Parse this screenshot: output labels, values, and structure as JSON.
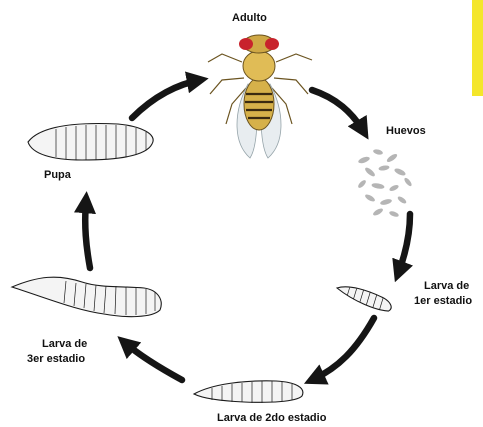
{
  "labels": {
    "adulto": "Adulto",
    "huevos": "Huevos",
    "larva1_line1": "Larva de",
    "larva1_line2": "1er estadio",
    "larva2": "Larva de 2do estadio",
    "larva3_line1": "Larva de",
    "larva3_line2": "3er estadio",
    "pupa": "Pupa"
  },
  "colors": {
    "arrow": "#151515",
    "accent_yellow": "#f4e62a",
    "fly_body": "#d6b14a",
    "fly_eye": "#c8232c",
    "egg": "#b5b5b5",
    "larva_fill": "#f4f4f4"
  }
}
